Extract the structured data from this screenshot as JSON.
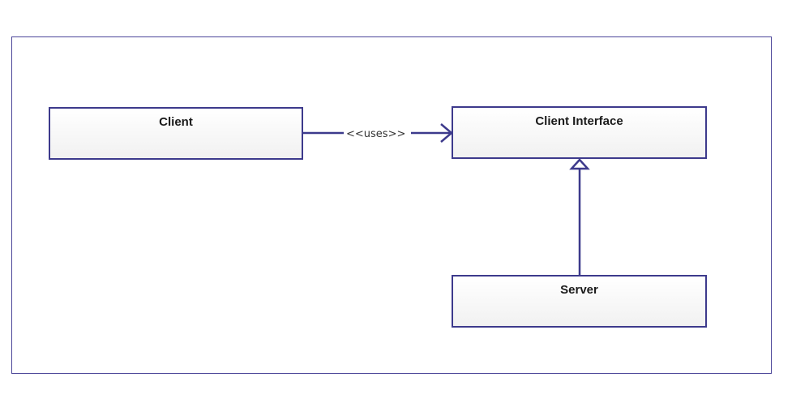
{
  "classes": {
    "client": {
      "name": "Client"
    },
    "client_interface": {
      "name": "Client Interface"
    },
    "server": {
      "name": "Server"
    }
  },
  "relations": {
    "uses": {
      "label": "<<uses>>",
      "from": "Client",
      "to": "Client Interface",
      "kind": "dependency"
    },
    "realization": {
      "from": "Server",
      "to": "Client Interface",
      "kind": "realization"
    }
  },
  "colors": {
    "stroke": "#3d3a8c",
    "frame": "#4b4699",
    "box_fill_top": "#ffffff",
    "box_fill_bottom": "#f1f1f1"
  }
}
